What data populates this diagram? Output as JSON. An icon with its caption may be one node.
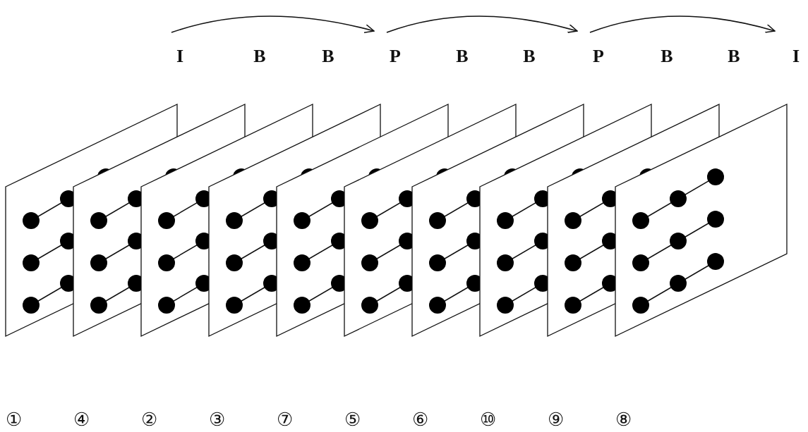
{
  "diagram": {
    "nodes": [
      {
        "text": [
          "I"
        ]
      },
      {
        "text": [
          "B"
        ]
      },
      {
        "text": [
          "B"
        ]
      },
      {
        "text": [
          "P"
        ]
      },
      {
        "text": [
          "B"
        ]
      },
      {
        "text": [
          "B"
        ]
      },
      {
        "text": [
          "P"
        ]
      },
      {
        "text": [
          "B"
        ]
      },
      {
        "text": [
          "B"
        ]
      },
      {
        "text": [
          "I"
        ]
      }
    ],
    "edges": [
      {
        "from": 0,
        "to": 3,
        "arrow": "to"
      },
      {
        "from": 3,
        "to": 6,
        "arrow": "to"
      },
      {
        "from": 6,
        "to": 9,
        "arrow": "to"
      }
    ],
    "labels": [
      "①",
      "④",
      "②",
      "③",
      "⑦",
      "⑤",
      "⑥",
      "⑩",
      "⑨",
      "⑧"
    ]
  }
}
